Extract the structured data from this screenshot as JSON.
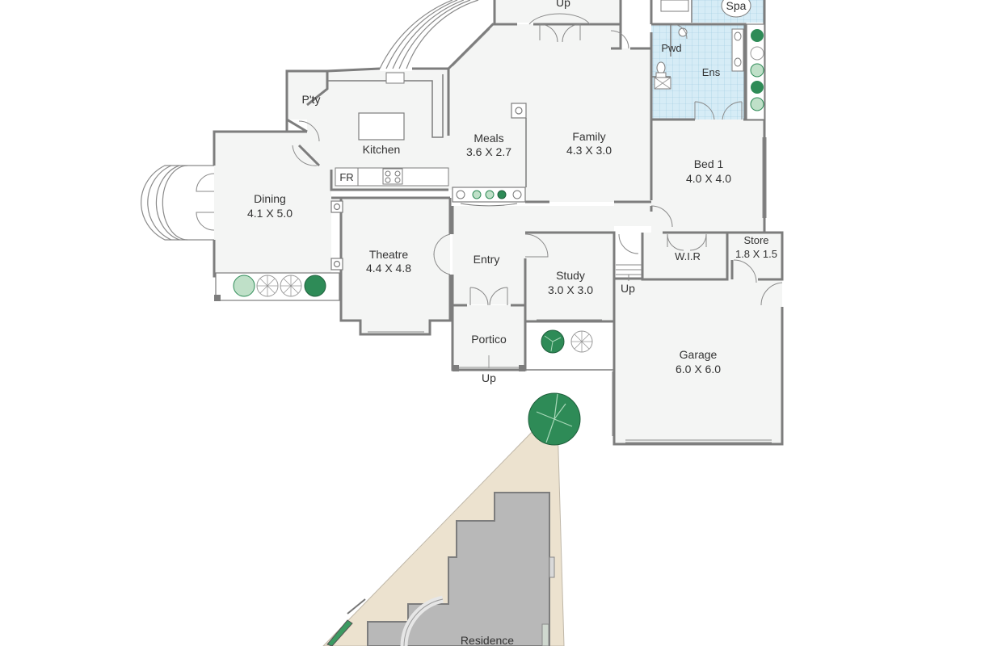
{
  "plan": {
    "rooms": [
      {
        "name": "Meals",
        "size": "3.6 X 2.7"
      },
      {
        "name": "Family",
        "size": "4.3 X 3.0"
      },
      {
        "name": "Bed 1",
        "size": "4.0 X 4.0"
      },
      {
        "name": "Dining",
        "size": "4.1 X 5.0"
      },
      {
        "name": "Theatre",
        "size": "4.4 X 4.8"
      },
      {
        "name": "Study",
        "size": "3.0 X 3.0"
      },
      {
        "name": "Garage",
        "size": "6.0 X 6.0"
      },
      {
        "name": "Store",
        "size": "1.8 X 1.5"
      }
    ],
    "labels": {
      "kitchen": "Kitchen",
      "pantry": "P'ty",
      "fridge": "FR",
      "entry": "Entry",
      "portico": "Portico",
      "wir": "W.I.R",
      "ensuite": "Ens",
      "powder": "Pwd",
      "spa": "Spa",
      "up_top": "Up",
      "up_portico": "Up",
      "up_garage": "Up"
    },
    "site": {
      "residence": "Residence"
    },
    "colors": {
      "floor": "#f4f5f4",
      "wall": "#7d7d7d",
      "wet_area_tile": "#d6ecf6",
      "plant_dark": "#2e8b57",
      "lot": "#ece2cf",
      "residence_fill": "#b8b8b8"
    }
  }
}
